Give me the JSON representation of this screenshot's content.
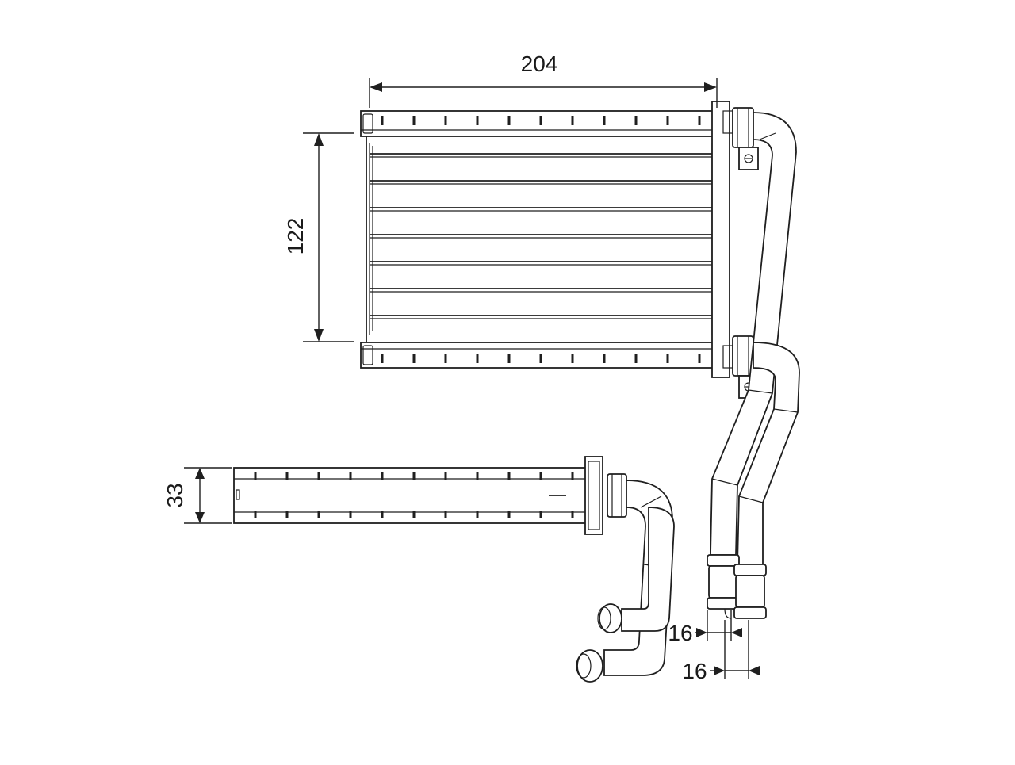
{
  "dimensions": {
    "width_label": "204",
    "height_label": "122",
    "depth_label": "33",
    "inlet_diameter_label": "16",
    "outlet_diameter_label": "16"
  },
  "colors": {
    "line": "#1f1f1f",
    "background": "#ffffff"
  }
}
